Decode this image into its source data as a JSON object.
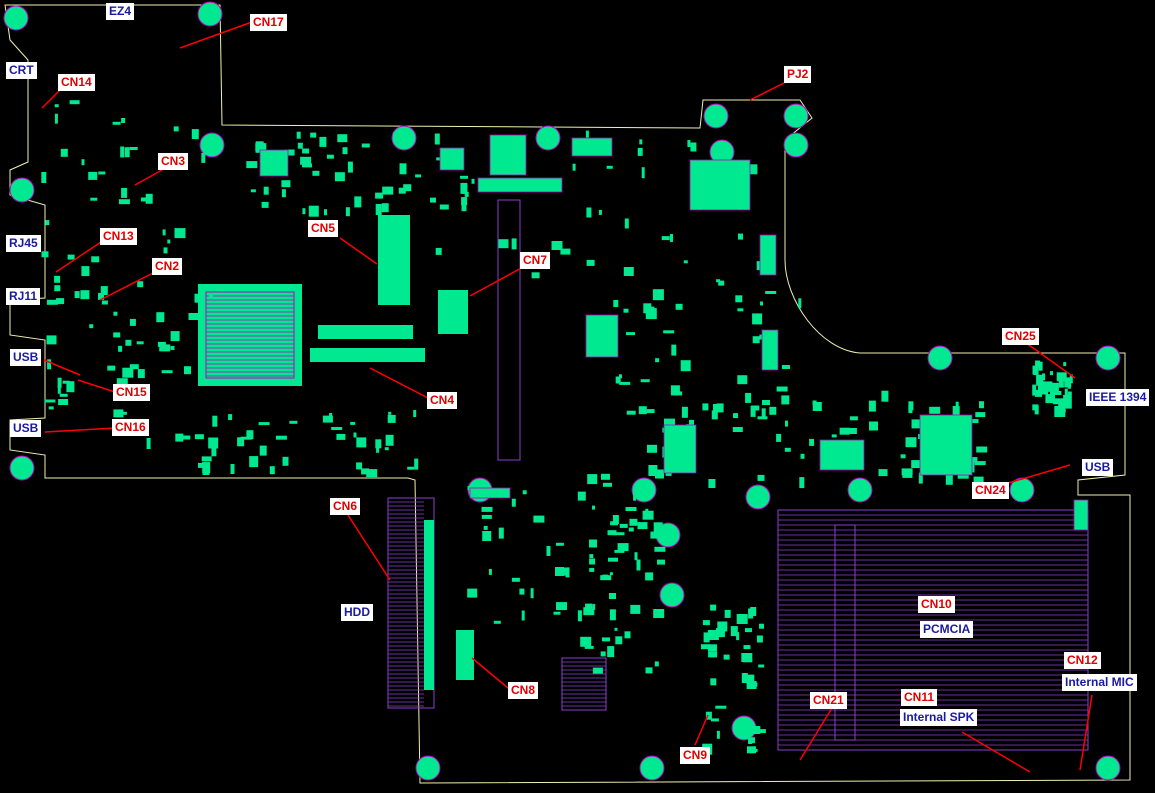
{
  "palette": {
    "background": "#000000",
    "outline": "#f0f0b0",
    "pad": "#00e890",
    "trace": "#c000c0",
    "connector": "#8a40d0",
    "callout_line": "#ff0000",
    "ref_text": "#e00000",
    "func_text": "#1a1aa0"
  },
  "labels": {
    "ez4": "EZ4",
    "cn17": "CN17",
    "crt": "CRT",
    "cn14": "CN14",
    "pj2": "PJ2",
    "cn3": "CN3",
    "cn5": "CN5",
    "rj45": "RJ45",
    "cn13": "CN13",
    "cn2": "CN2",
    "cn7": "CN7",
    "rj11": "RJ11",
    "cn25": "CN25",
    "usb_left_top": "USB",
    "cn15": "CN15",
    "ieee1394": "IEEE 1394",
    "cn4": "CN4",
    "usb_left_bottom": "USB",
    "cn16": "CN16",
    "usb_right": "USB",
    "cn24": "CN24",
    "cn6": "CN6",
    "cn10": "CN10",
    "hdd": "HDD",
    "pcmcia": "PCMCIA",
    "cn12": "CN12",
    "internal_mic": "Internal MIC",
    "cn8": "CN8",
    "cn21": "CN21",
    "cn11": "CN11",
    "internal_spk": "Internal SPK",
    "cn9": "CN9"
  }
}
